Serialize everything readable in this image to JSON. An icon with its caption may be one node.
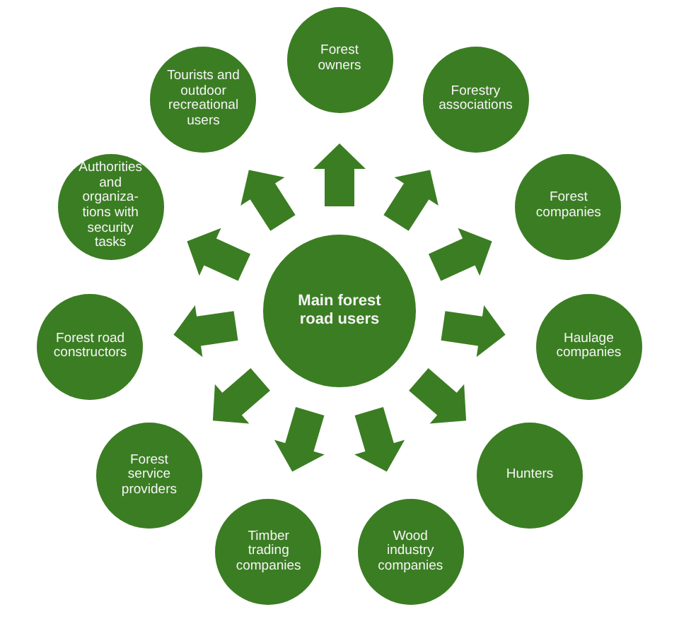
{
  "diagram": {
    "nodes": [
      {
        "text": [
          "Main forest road users"
        ]
      },
      {
        "text": [
          "Forest owners"
        ]
      },
      {
        "text": [
          "Forestry associations"
        ]
      },
      {
        "text": [
          "Forest companies"
        ]
      },
      {
        "text": [
          "Haulage companies"
        ]
      },
      {
        "text": [
          "Hunters"
        ]
      },
      {
        "text": [
          "Wood industry companies"
        ]
      },
      {
        "text": [
          "Timber trading companies"
        ]
      },
      {
        "text": [
          "Forest service providers"
        ]
      },
      {
        "text": [
          "Forest road constructors"
        ]
      },
      {
        "text": [
          "Authorities and organiza-tions with security tasks"
        ]
      },
      {
        "text": [
          "Tourists and outdoor recreational users"
        ]
      }
    ],
    "edges": [
      {
        "from": 0,
        "to": 1,
        "arrow": "to"
      },
      {
        "from": 0,
        "to": 2,
        "arrow": "to"
      },
      {
        "from": 0,
        "to": 3,
        "arrow": "to"
      },
      {
        "from": 0,
        "to": 4,
        "arrow": "to"
      },
      {
        "from": 0,
        "to": 5,
        "arrow": "to"
      },
      {
        "from": 0,
        "to": 6,
        "arrow": "to"
      },
      {
        "from": 0,
        "to": 7,
        "arrow": "to"
      },
      {
        "from": 0,
        "to": 8,
        "arrow": "to"
      },
      {
        "from": 0,
        "to": 9,
        "arrow": "to"
      },
      {
        "from": 0,
        "to": 10,
        "arrow": "to"
      },
      {
        "from": 0,
        "to": 11,
        "arrow": "to"
      }
    ]
  }
}
